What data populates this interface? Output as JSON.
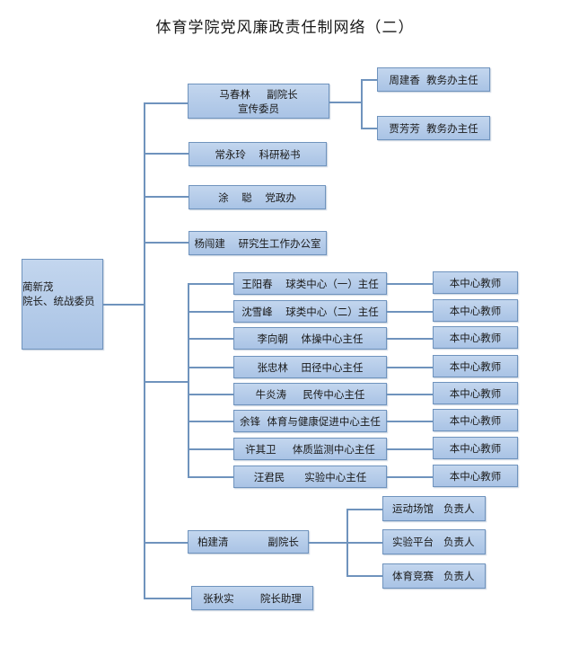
{
  "title": "体育学院党风廉政责任制网络（二）",
  "root": {
    "name": "蔺新茂",
    "role": "院长、统战委员"
  },
  "level1": [
    {
      "text": "马春林     副院长\n宣传委员"
    },
    {
      "text": "常永玲    科研秘书"
    },
    {
      "text": "涂    聪    党政办"
    },
    {
      "text": "杨闯建    研究生工作办公室"
    },
    {
      "text": "柏建清            副院长"
    },
    {
      "text": "张秋实        院长助理"
    }
  ],
  "ma_subordinates": [
    {
      "text": "周建香  教务办主任"
    },
    {
      "text": "贾芳芳  教务办主任"
    }
  ],
  "centers": [
    {
      "head": "王阳春    球类中心（一）主任",
      "staff": "本中心教师"
    },
    {
      "head": "沈雪峰    球类中心（二）主任",
      "staff": "本中心教师"
    },
    {
      "head": "李向朝    体操中心主任",
      "staff": "本中心教师"
    },
    {
      "head": "张忠林    田径中心主任",
      "staff": "本中心教师"
    },
    {
      "head": "牛炎涛     民传中心主任",
      "staff": "本中心教师"
    },
    {
      "head": "余锋  体育与健康促进中心主任",
      "staff": "本中心教师"
    },
    {
      "head": "许其卫     体质监测中心主任",
      "staff": "本中心教师"
    },
    {
      "head": "汪君民      实验中心主任",
      "staff": "本中心教师"
    }
  ],
  "bai_subordinates": [
    {
      "text": "运动场馆   负责人"
    },
    {
      "text": "实验平台   负责人"
    },
    {
      "text": "体育竞赛   负责人"
    }
  ],
  "colors": {
    "box_border": "#6f93bd",
    "box_fill_top": "#c3d6ee",
    "box_fill_bottom": "#a9c3e5",
    "connector": "#6f93bd"
  }
}
